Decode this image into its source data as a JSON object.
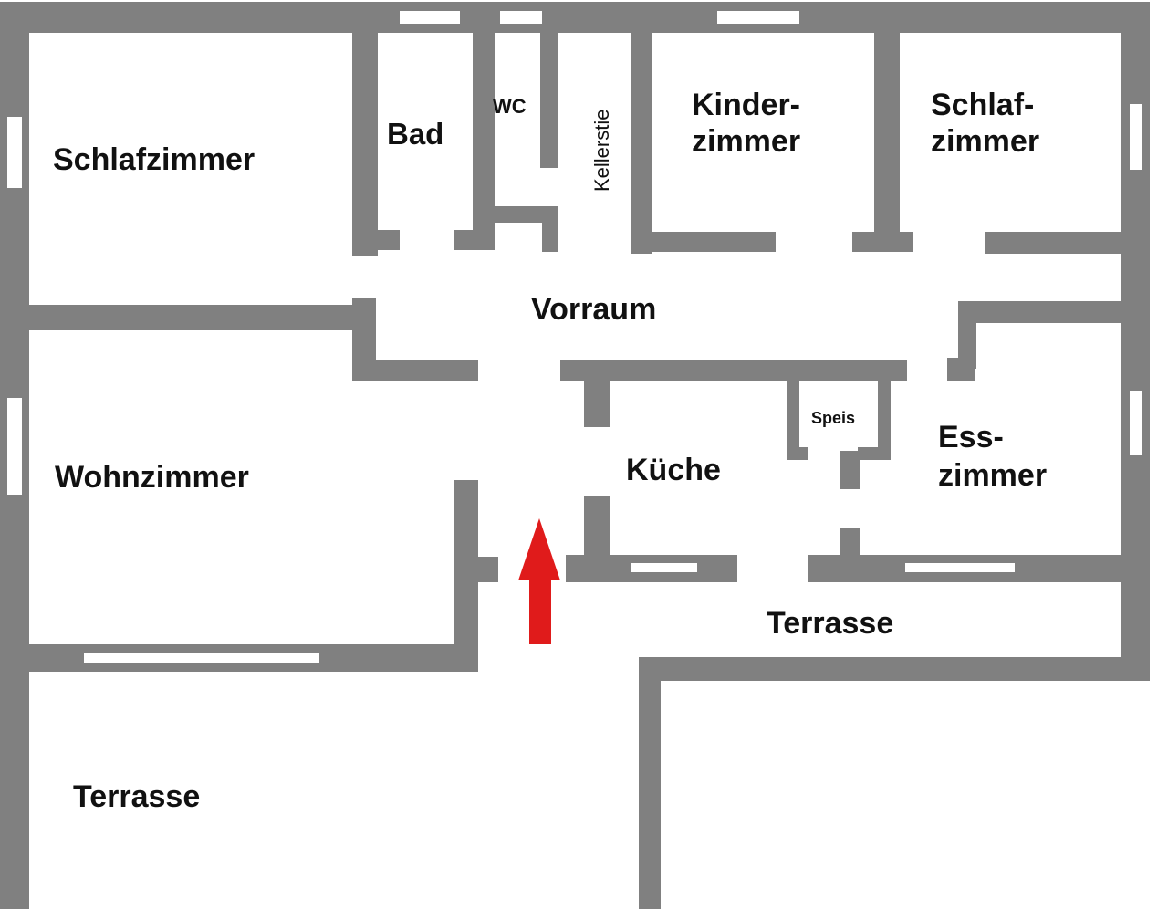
{
  "colors": {
    "wall": "#808080",
    "window": "#ffffff",
    "background": "#ffffff",
    "arrow": "#e01b1b",
    "text": "#111111"
  },
  "icons": {
    "entrance_arrow": "red-up-arrow-icon"
  },
  "rooms": {
    "schlafzimmer_left": "Schlafzimmer",
    "bad": "Bad",
    "wc": "WC",
    "kellerstiege": "Kellerstie",
    "kinderzimmer_line1": "Kinder-",
    "kinderzimmer_line2": "zimmer",
    "schlafzimmer_right_line1": "Schlaf-",
    "schlafzimmer_right_line2": "zimmer",
    "vorraum": "Vorraum",
    "wohnzimmer": "Wohnzimmer",
    "kueche": "Küche",
    "speis": "Speis",
    "esszimmer_line1": "Ess-",
    "esszimmer_line2": "zimmer",
    "terrasse_right": "Terrasse",
    "terrasse_left": "Terrasse"
  }
}
